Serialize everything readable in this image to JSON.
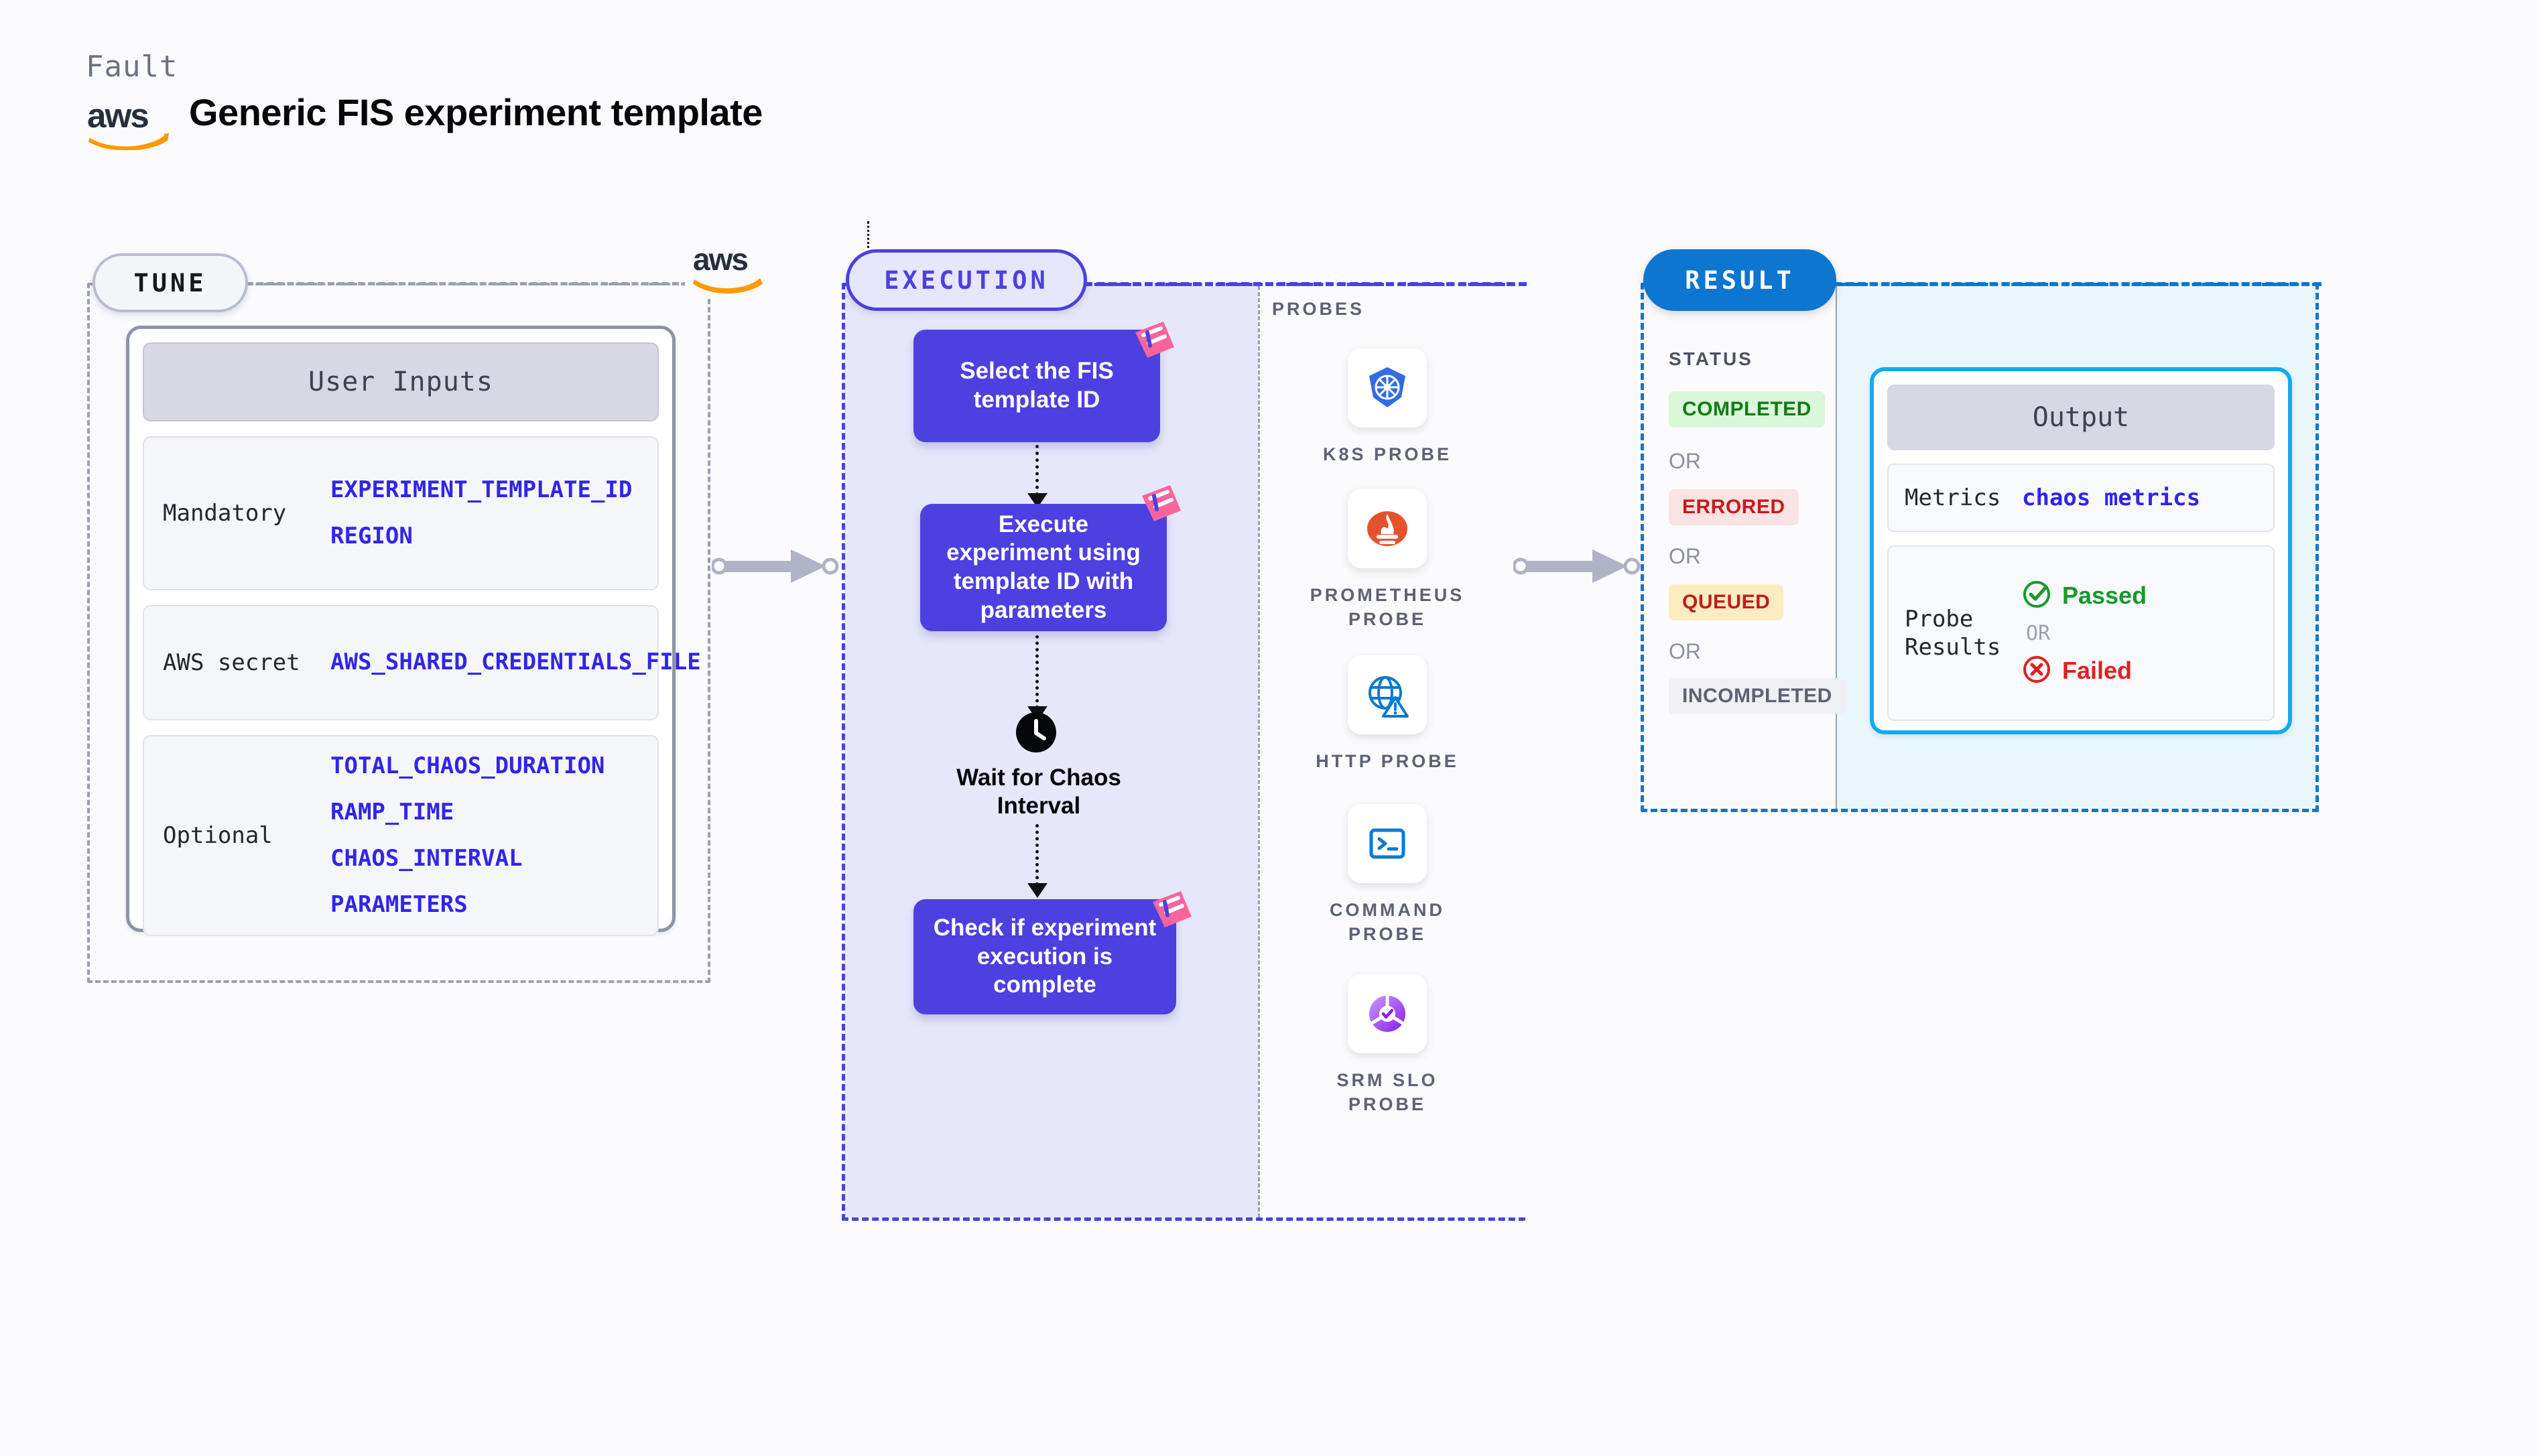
{
  "header": {
    "eyebrow": "Fault",
    "title": "Generic FIS experiment template",
    "logo": "aws-logo"
  },
  "tune": {
    "badge": "TUNE",
    "card_title": "User Inputs",
    "rows": [
      {
        "label": "Mandatory",
        "values": [
          "EXPERIMENT_TEMPLATE_ID",
          "REGION"
        ]
      },
      {
        "label": "AWS secret",
        "values": [
          "AWS_SHARED_CREDENTIALS_FILE"
        ]
      },
      {
        "label": "Optional",
        "values": [
          "TOTAL_CHAOS_DURATION",
          "RAMP_TIME",
          "CHAOS_INTERVAL",
          "PARAMETERS"
        ]
      }
    ]
  },
  "execution": {
    "badge": "EXECUTION",
    "steps": [
      {
        "text": "Select the FIS template ID",
        "badge_icon": "litmus-icon"
      },
      {
        "text": "Execute experiment using template ID with parameters",
        "badge_icon": "litmus-icon"
      },
      {
        "text": "Check if experiment execution is complete",
        "badge_icon": "litmus-icon"
      }
    ],
    "wait": {
      "icon": "clock-icon",
      "label": "Wait for Chaos Interval"
    }
  },
  "probes": {
    "title": "PROBES",
    "items": [
      {
        "label": "K8S PROBE",
        "icon": "kubernetes-icon"
      },
      {
        "label": "PROMETHEUS PROBE",
        "icon": "prometheus-icon"
      },
      {
        "label": "HTTP PROBE",
        "icon": "http-globe-icon"
      },
      {
        "label": "COMMAND PROBE",
        "icon": "terminal-icon"
      },
      {
        "label": "SRM SLO PROBE",
        "icon": "srm-slo-icon"
      }
    ]
  },
  "result": {
    "badge": "RESULT",
    "status": {
      "title": "STATUS",
      "or_label": "OR",
      "badges": [
        {
          "label": "COMPLETED",
          "bg": "#d9f7d9",
          "fg": "#157a16"
        },
        {
          "label": "ERRORED",
          "bg": "#fce3e3",
          "fg": "#c41b1b"
        },
        {
          "label": "QUEUED",
          "bg": "#fdecc0",
          "fg": "#c41b1b"
        },
        {
          "label": "INCOMPLETED",
          "bg": "#eff0f4",
          "fg": "#5d6173"
        }
      ]
    },
    "output": {
      "title": "Output",
      "metrics_label": "Metrics",
      "metrics_value": "chaos metrics",
      "probe_results_label": "Probe Results",
      "passed": "Passed",
      "failed": "Failed",
      "or_label": "OR"
    }
  },
  "colors": {
    "purple": "#4c40e0",
    "blue": "#0c76d0",
    "cyan": "#12aaf0",
    "gray_dash": "#9aa0b0",
    "value_text": "#3125e8",
    "aws_orange": "#ff9900"
  }
}
